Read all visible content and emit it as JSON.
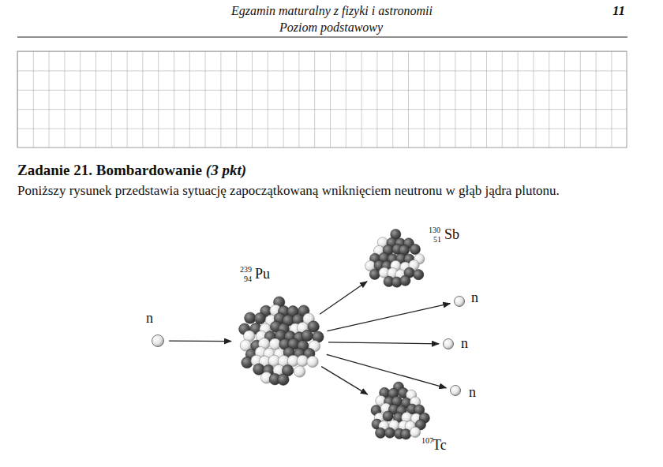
{
  "diagram": {
    "title": "Zadanie 21. Bombardowanie",
    "nodes": [
      {
        "text": [
          "n"
        ]
      },
      {
        "text": [
          "239",
          "94",
          "Pu"
        ]
      },
      {
        "text": [
          "130",
          "51",
          "Sb"
        ]
      },
      {
        "text": [
          "n"
        ]
      },
      {
        "text": [
          "n"
        ]
      },
      {
        "text": [
          "n"
        ]
      },
      {
        "text": [
          "107",
          "Tc"
        ]
      }
    ],
    "edges": [
      {
        "from": 0,
        "to": 1,
        "arrow": "to"
      },
      {
        "from": 1,
        "to": 2,
        "arrow": "to"
      },
      {
        "from": 1,
        "to": 3,
        "arrow": "to"
      },
      {
        "from": 1,
        "to": 4,
        "arrow": "to"
      },
      {
        "from": 1,
        "to": 5,
        "arrow": "to"
      },
      {
        "from": 1,
        "to": 6,
        "arrow": "to"
      }
    ],
    "labels": [
      "Egzamin maturalny z fizyki i astronomii",
      "Poziom podstawowy",
      "11",
      "(3 pkt)",
      "Poniższy rysunek przedstawia sytuację zapoczątkowaną wniknięciem neutronu w głąb jądra plutonu."
    ]
  }
}
